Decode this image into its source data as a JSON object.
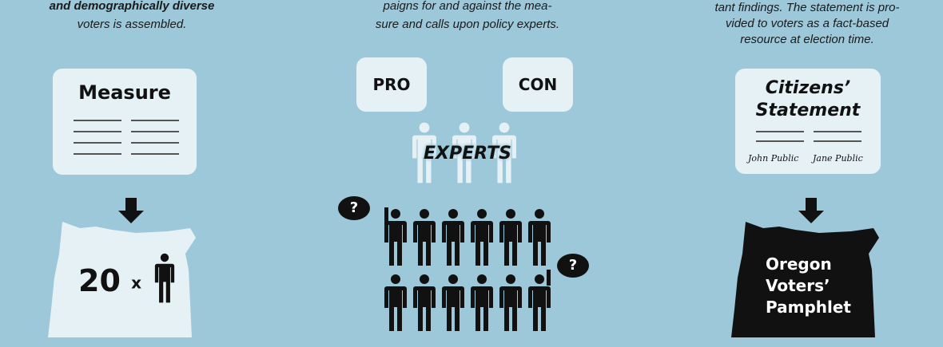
{
  "captions": {
    "left": [
      "and demographically diverse",
      "voters is assembled."
    ],
    "left_bold": "and demographically diverse",
    "middle": [
      "paigns for and against the mea-",
      "sure and calls upon policy experts."
    ],
    "middle_bold": "paigns",
    "right": [
      "tant findings. The statement is pro-",
      "vided to voters as a fact-based",
      "resource at election time."
    ]
  },
  "measure_card": {
    "title": "Measure"
  },
  "panel_count": {
    "number": "20",
    "times": "x"
  },
  "pro_label": "PRO",
  "con_label": "CON",
  "experts_label": "EXPERTS",
  "question_mark": "?",
  "statement_card": {
    "title_line1": "Citizens’",
    "title_line2": "Statement",
    "signature1": "John Public",
    "signature2": "Jane Public"
  },
  "pamphlet": {
    "line1": "Oregon",
    "line2": "Voters’",
    "line3": "Pamphlet"
  },
  "colors": {
    "background": "#9dc8d9",
    "card": "#e6f1f6",
    "ink": "#111111"
  }
}
